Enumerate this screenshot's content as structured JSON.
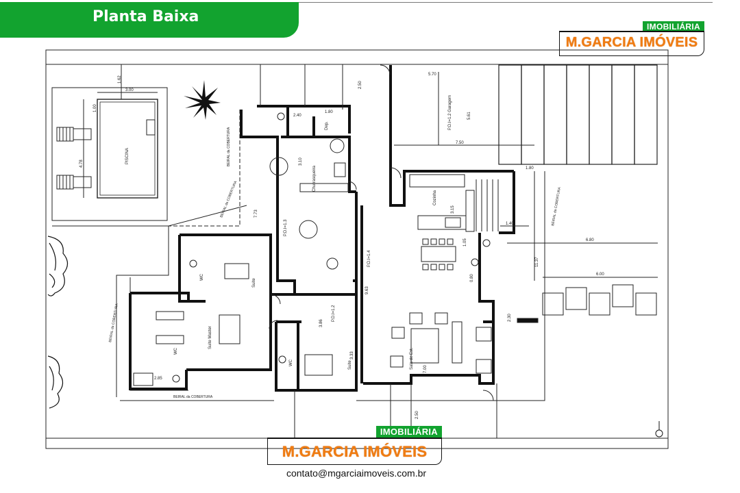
{
  "header": {
    "title": "Planta Baixa"
  },
  "brand": {
    "tag": "IMOBILIÁRIA",
    "name": "M.GARCIA IMÓVEIS",
    "contact": "contato@mgarciaimoveis.com.br",
    "accent_color": "#12a32f",
    "name_color": "#f07c12"
  },
  "plan": {
    "rooms": {
      "piscina": "PISCINA",
      "garagem": "P.D.I=1.2 Garagem",
      "churrasqueira": "Churrasqueira",
      "deposito": "Dep.",
      "pdi3": "P.D.I=1.3",
      "pdi4": "P.D.I=1.4",
      "cozinha": "Cozinha",
      "wc1": "WC",
      "suite1": "Suite",
      "suite_master": "Suite Master",
      "wc2": "WC",
      "wc3": "WC",
      "suite2": "Suite",
      "circulacao": "P.D.I=1.2",
      "sala": "Sala de Est."
    },
    "beiral_labels": [
      "BEIRAL da COBERTURA",
      "BEIRAL da COBERTURA",
      "BEIRAL da COBERTURA",
      "BEIRAL da COBERTURA",
      "BEIRAL da COBERTURA"
    ],
    "dims": {
      "d162": "1.62",
      "d300": "3.00",
      "d100": "1.00",
      "d478": "4.78",
      "d250a": "2.50",
      "d570": "5.70",
      "d561": "5.61",
      "d750": "7.50",
      "d180": "1.80",
      "d240": "2.40",
      "d180b": "1.80",
      "d310": "3.10",
      "d773": "7.73",
      "d315": "3.15",
      "d140": "1.40",
      "d680": "6.80",
      "d1137": "11.37",
      "d600": "6.00",
      "d230": "2.30",
      "d963": "9.63",
      "d700": "7.00",
      "d285": "2.85",
      "d250b": "2.50",
      "d333": "3.33",
      "d386": "3.86",
      "d080": "0.80",
      "d105": "1.05"
    }
  }
}
